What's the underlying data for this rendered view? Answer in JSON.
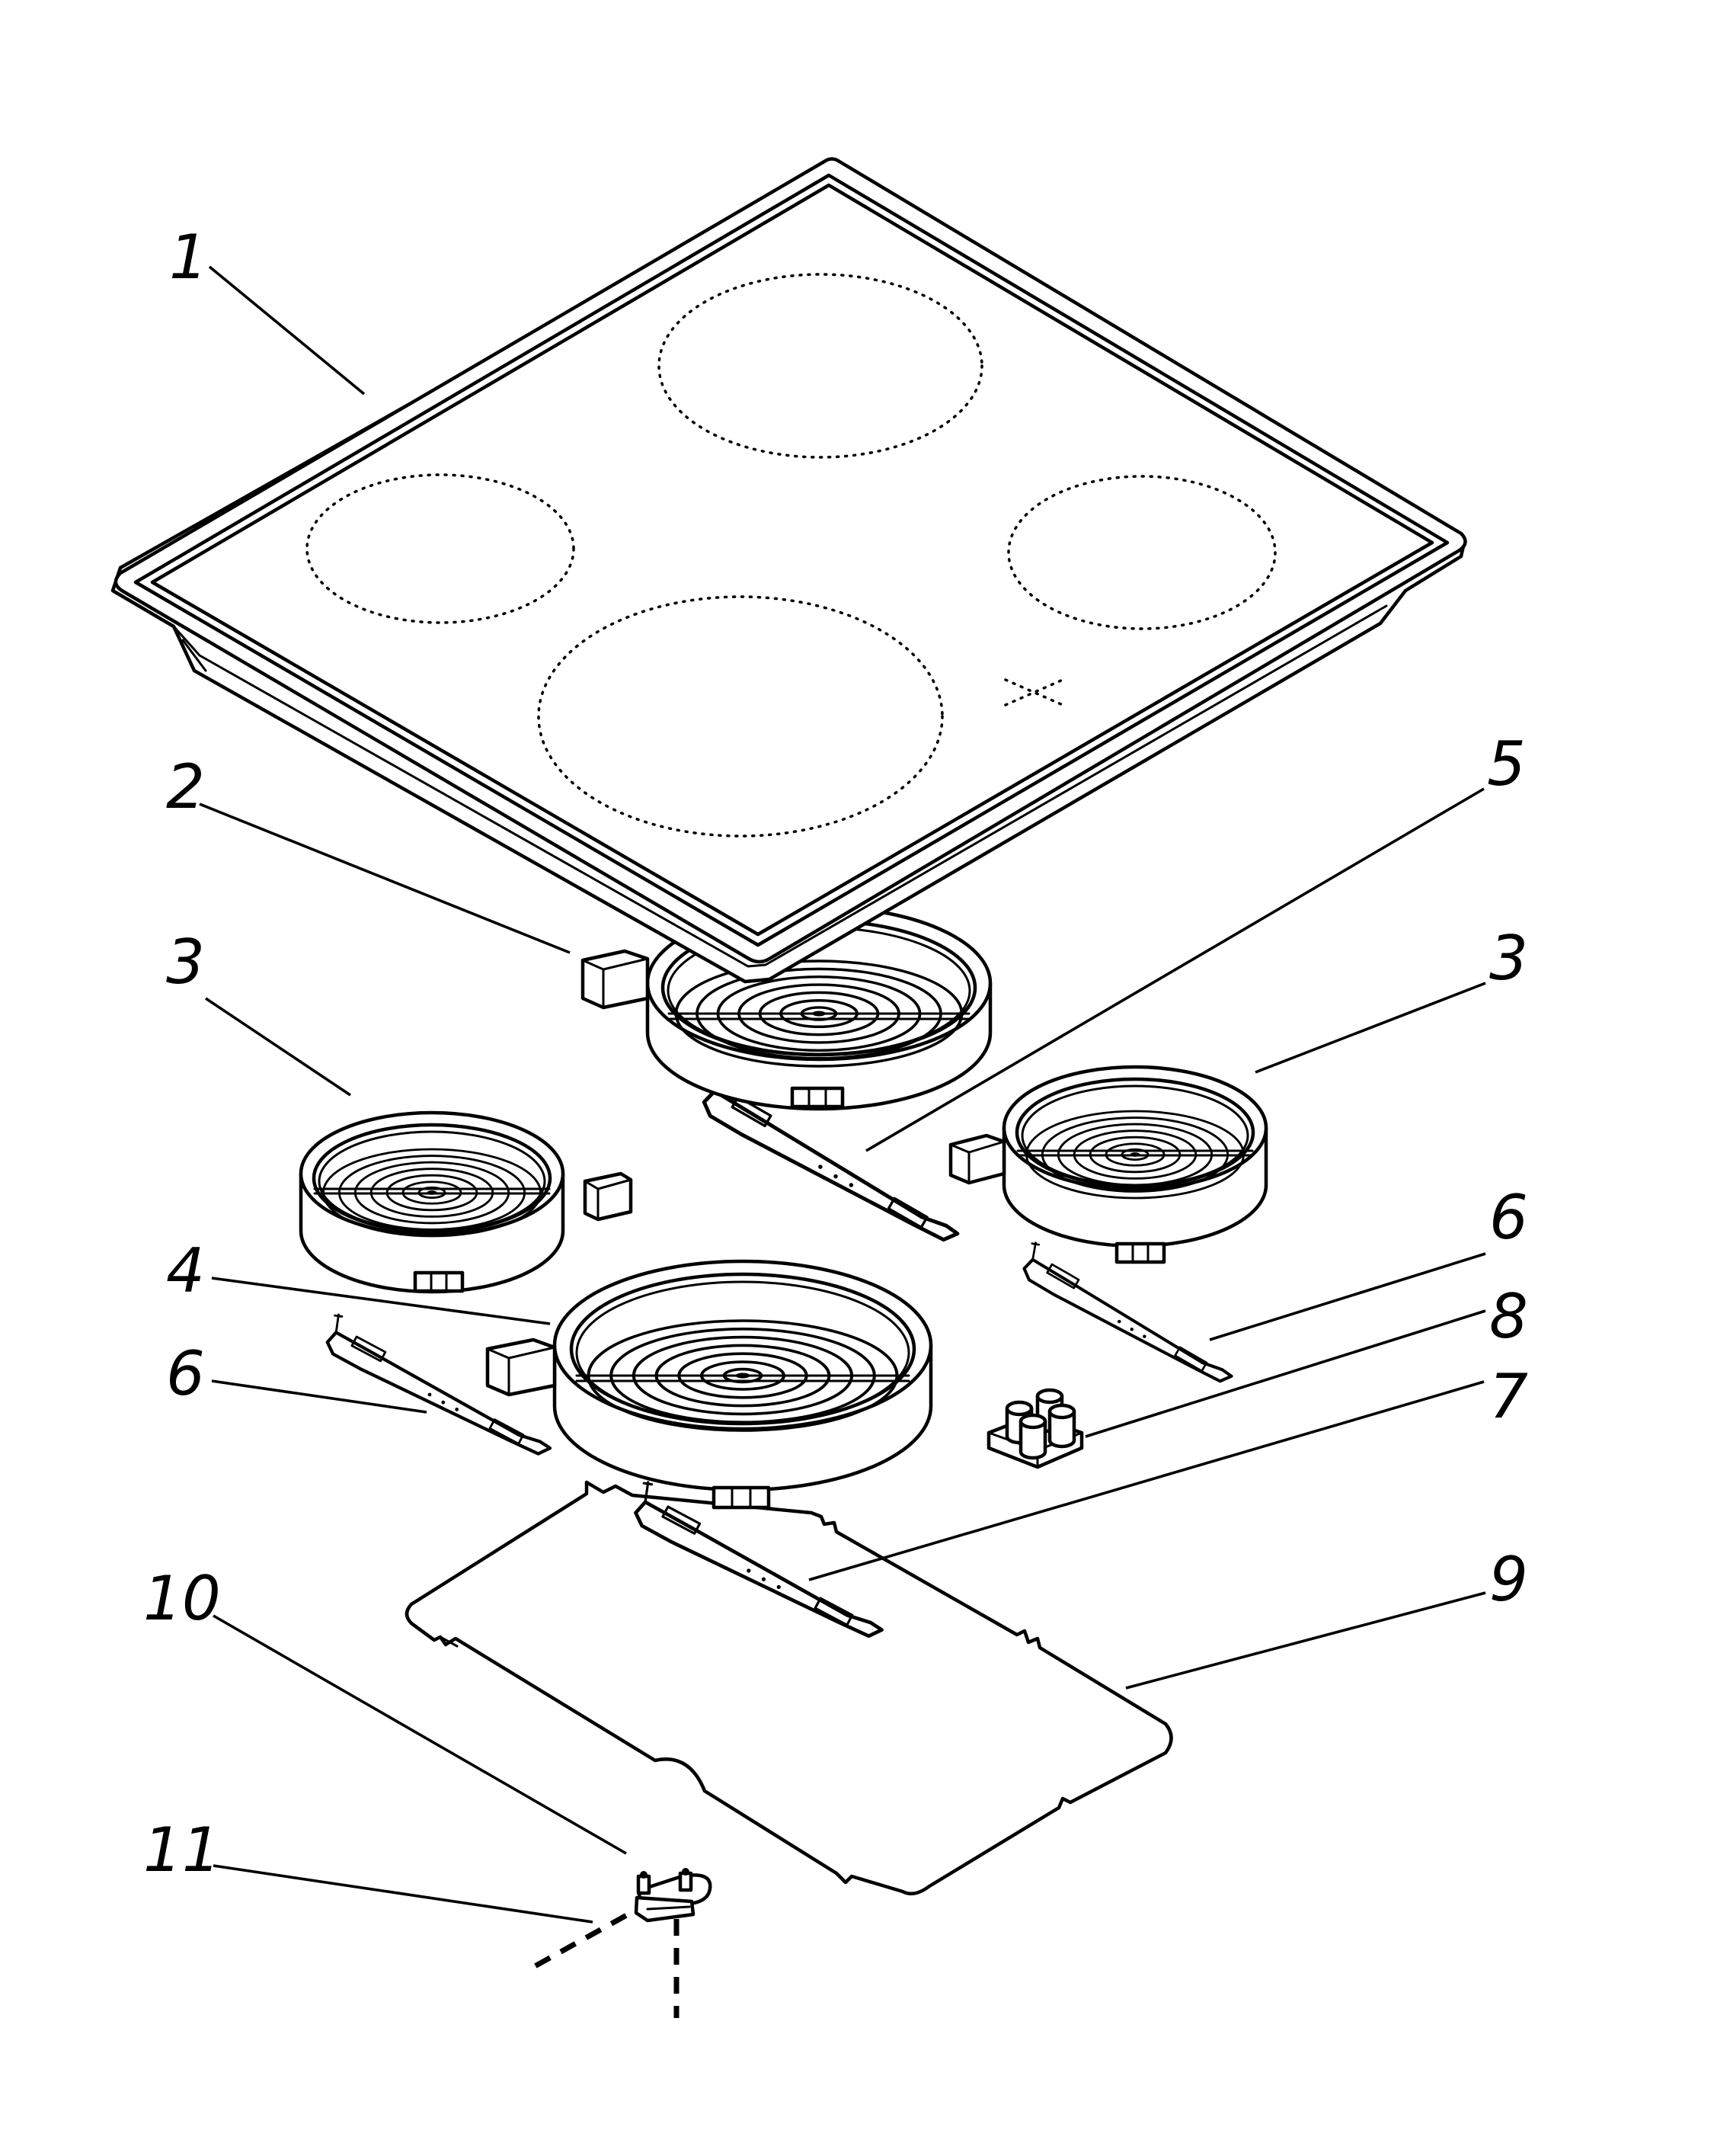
{
  "diagram": {
    "callouts": [
      {
        "id": "c1",
        "label": "1"
      },
      {
        "id": "c2",
        "label": "2"
      },
      {
        "id": "c3a",
        "label": "3"
      },
      {
        "id": "c3b",
        "label": "3"
      },
      {
        "id": "c4",
        "label": "4"
      },
      {
        "id": "c5",
        "label": "5"
      },
      {
        "id": "c6a",
        "label": "6"
      },
      {
        "id": "c6b",
        "label": "6"
      },
      {
        "id": "c7",
        "label": "7"
      },
      {
        "id": "c8",
        "label": "8"
      },
      {
        "id": "c9",
        "label": "9"
      },
      {
        "id": "c10",
        "label": "10"
      },
      {
        "id": "c11",
        "label": "11"
      }
    ]
  }
}
